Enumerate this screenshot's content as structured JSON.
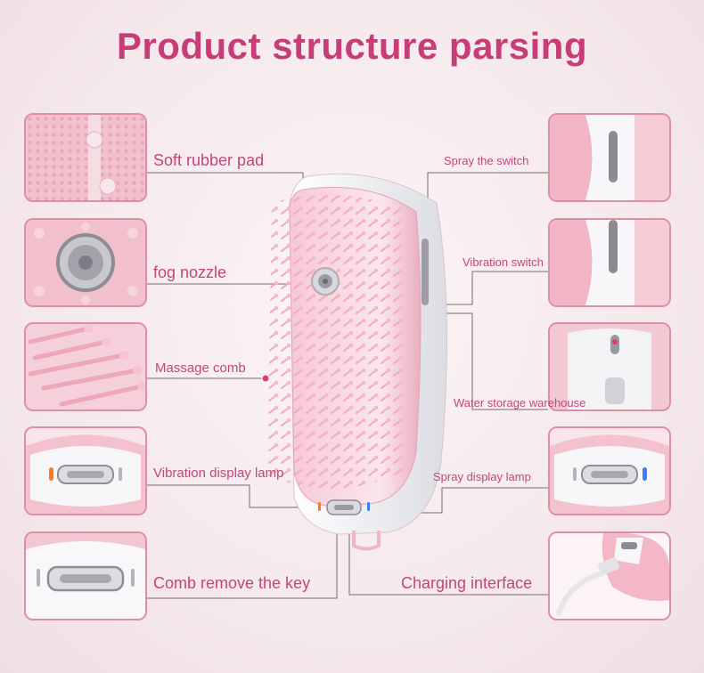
{
  "title": "Product structure parsing",
  "labels": {
    "soft_rubber_pad": "Soft rubber pad",
    "fog_nozzle": "fog nozzle",
    "massage_comb": "Massage comb",
    "vibration_display_lamp": "Vibration display lamp",
    "comb_remove_key": "Comb remove the key",
    "spray_switch": "Spray the switch",
    "vibration_switch": "Vibration switch",
    "water_storage": "Water storage warehouse",
    "spray_display_lamp": "Spray display lamp",
    "charging_interface": "Charging interface"
  },
  "colors": {
    "title": "#c73d78",
    "label": "#c2467c",
    "frame": "#dd8fa8",
    "line": "#7a6a70",
    "brush_pink": "#f0b6c8",
    "lamp_orange": "#ff7a1a",
    "lamp_blue": "#3a7dff"
  },
  "icons": {
    "pad": "rubber-pad-photo",
    "nozzle": "fog-nozzle-photo",
    "comb": "massage-comb-photo",
    "vib_lamp": "vibration-lamp-photo",
    "key": "comb-remove-key-photo",
    "spray_sw": "spray-switch-photo",
    "vib_sw": "vibration-switch-photo",
    "water": "water-tank-photo",
    "spray_lamp": "spray-lamp-photo",
    "charge": "charging-cable-photo"
  }
}
